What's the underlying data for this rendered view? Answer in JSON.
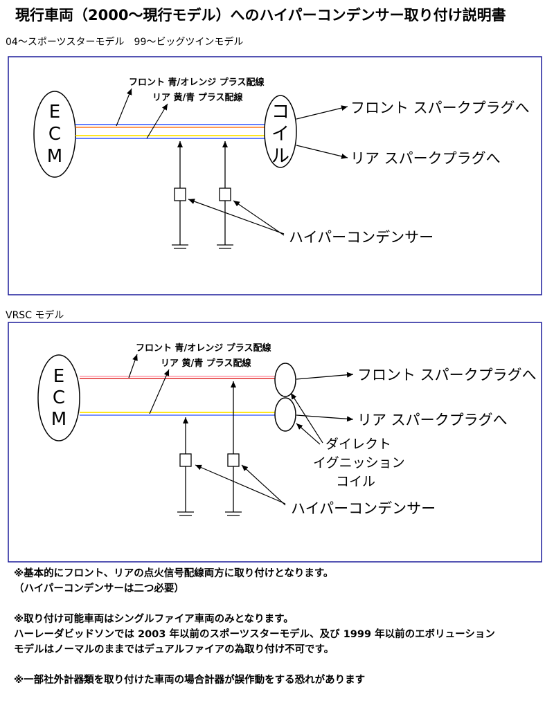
{
  "title": "現行車両（2000～現行モデル）へのハイパーコンデンサー取り付け説明書",
  "diagram1": {
    "subtitle": "04～スポーツスターモデル　99～ビッグツインモデル",
    "ecm_letters": [
      "E",
      "C",
      "M"
    ],
    "coil_letters": [
      "コ",
      "イ",
      "ル"
    ],
    "wire_label_front": "フロント 青/オレンジ プラス配線",
    "wire_label_rear": "リア 黄/青 プラス配線",
    "front_plug": "フロント スパークプラグへ",
    "rear_plug": "リア スパークプラグへ",
    "condenser": "ハイパーコンデンサー"
  },
  "diagram2": {
    "subtitle": "VRSC モデル",
    "ecm_letters": [
      "E",
      "C",
      "M"
    ],
    "wire_label_front": "フロント 青/オレンジ プラス配線",
    "wire_label_rear": "リア 黄/青 プラス配線",
    "front_plug": "フロント スパークプラグへ",
    "rear_plug": "リア スパークプラグへ",
    "coil_label": [
      "ダイレクト",
      "イグニッション",
      "コイル"
    ],
    "condenser": "ハイパーコンデンサー"
  },
  "notes": [
    "※基本的にフロント、リアの点火信号配線両方に取り付けとなります。",
    "（ハイパーコンデンサーは二つ必要）",
    "",
    "※取り付け可能車両はシングルファイア車両のみとなります。",
    "ハーレーダビッドソンでは 2003 年以前のスポーツスターモデル、及び 1999 年以前のエボリューション",
    "モデルはノーマルのままではデュアルファイアの為取り付け不可です。",
    "",
    "※一部社外計器類を取り付けた車両の場合計器が誤作動をする恐れがあります"
  ],
  "colors": {
    "wire_blue": "#4d6bff",
    "wire_orange": "#ff8c3a",
    "wire_yellow": "#ffe300",
    "wire_pink": "#ff9aa8",
    "wire_red": "#e02a2a",
    "frame": "#1c1c9a"
  }
}
